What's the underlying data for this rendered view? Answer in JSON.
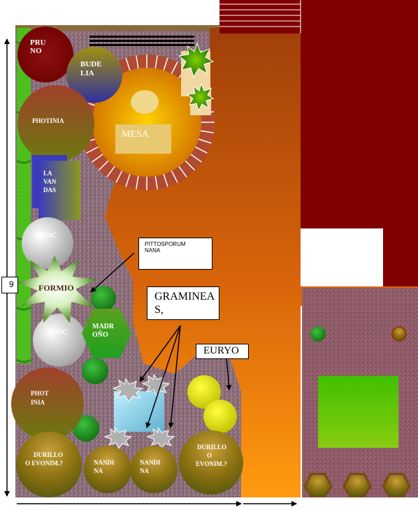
{
  "labels": {
    "pruno": [
      "PRU",
      "NO"
    ],
    "budelia": [
      "BUDE",
      "LIA"
    ],
    "photinia_top": "PHOTINIA",
    "mesa": "MESA",
    "lavandas": [
      "LA",
      "VAN",
      "DAS"
    ],
    "teoc_top": "TEOC",
    "formio": "FORMIO",
    "teoc_bottom": "TEOC",
    "madrono": [
      "MADR",
      "OÑO"
    ],
    "photinia_bottom": [
      "PHOT",
      "INIA"
    ],
    "durillo_left": [
      "DURILLO",
      "O EVONIM.?"
    ],
    "nandina_left": [
      "NANDI",
      "NA"
    ],
    "nandina_right": [
      "NANDI",
      "NA"
    ],
    "durillo_right": [
      "DURILLO",
      "O",
      "EVONIM.?"
    ]
  },
  "notes": {
    "pittosporum": [
      "PITTOSPORUM",
      "NANA"
    ],
    "gramineas": [
      "GRAMINEA",
      "S,"
    ],
    "euryo": "EURYO"
  },
  "dimension_label": "9",
  "colors": {
    "path_orange": "#e06a0a",
    "roof_maroon": "#800000",
    "gravel": "#8c6a78",
    "brick_ring": "#a63a28",
    "hedge_green": "#4cbf1c",
    "shrub_olive": "#8a7410",
    "patio_gold": "#f0c000"
  }
}
